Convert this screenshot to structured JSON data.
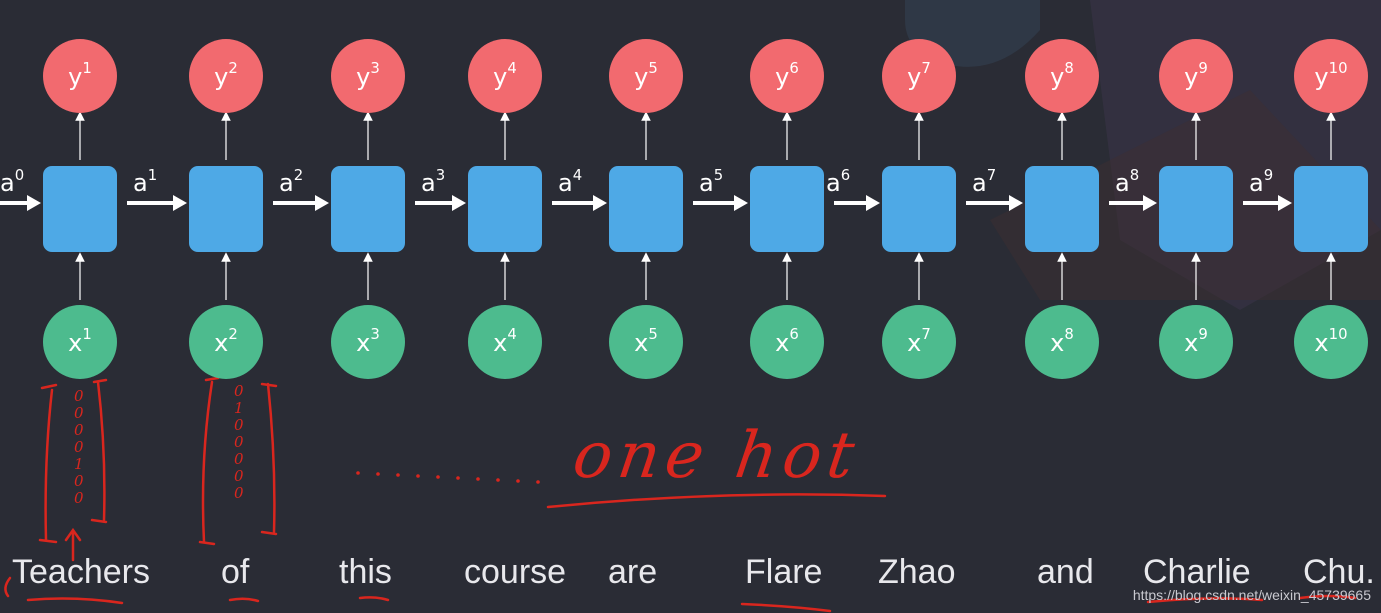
{
  "diagram": {
    "steps": [
      {
        "y": "y",
        "y_sup": "1",
        "x": "x",
        "x_sup": "1"
      },
      {
        "y": "y",
        "y_sup": "2",
        "x": "x",
        "x_sup": "2"
      },
      {
        "y": "y",
        "y_sup": "3",
        "x": "x",
        "x_sup": "3"
      },
      {
        "y": "y",
        "y_sup": "4",
        "x": "x",
        "x_sup": "4"
      },
      {
        "y": "y",
        "y_sup": "5",
        "x": "x",
        "x_sup": "5"
      },
      {
        "y": "y",
        "y_sup": "6",
        "x": "x",
        "x_sup": "6"
      },
      {
        "y": "y",
        "y_sup": "7",
        "x": "x",
        "x_sup": "7"
      },
      {
        "y": "y",
        "y_sup": "8",
        "x": "x",
        "x_sup": "8"
      },
      {
        "y": "y",
        "y_sup": "9",
        "x": "x",
        "x_sup": "9"
      },
      {
        "y": "y",
        "y_sup": "10",
        "x": "x",
        "x_sup": "10"
      }
    ],
    "activations": [
      {
        "base": "a",
        "sup": "0"
      },
      {
        "base": "a",
        "sup": "1"
      },
      {
        "base": "a",
        "sup": "2"
      },
      {
        "base": "a",
        "sup": "3"
      },
      {
        "base": "a",
        "sup": "4"
      },
      {
        "base": "a",
        "sup": "5"
      },
      {
        "base": "a",
        "sup": "6"
      },
      {
        "base": "a",
        "sup": "7"
      },
      {
        "base": "a",
        "sup": "8"
      },
      {
        "base": "a",
        "sup": "9"
      }
    ],
    "sentence": [
      "Teachers",
      "of",
      "this",
      "course",
      "are",
      "Flare",
      "Zhao",
      "and",
      "Charlie",
      "Chu."
    ],
    "handwriting": "one hot",
    "vector_1_digits": [
      "0",
      "0",
      "0",
      "0",
      "1",
      "0",
      "0"
    ],
    "vector_2_digits": [
      "0",
      "1",
      "0",
      "0",
      "0",
      "0",
      "0"
    ],
    "watermark": "https://blog.csdn.net/weixin_45739665",
    "colors": {
      "background": "#2a2c35",
      "output_node": "#f26a6f",
      "input_node": "#4dbb8e",
      "cell": "#4ea9e6",
      "arrow": "#ffffff",
      "ink": "#d9261e"
    }
  }
}
